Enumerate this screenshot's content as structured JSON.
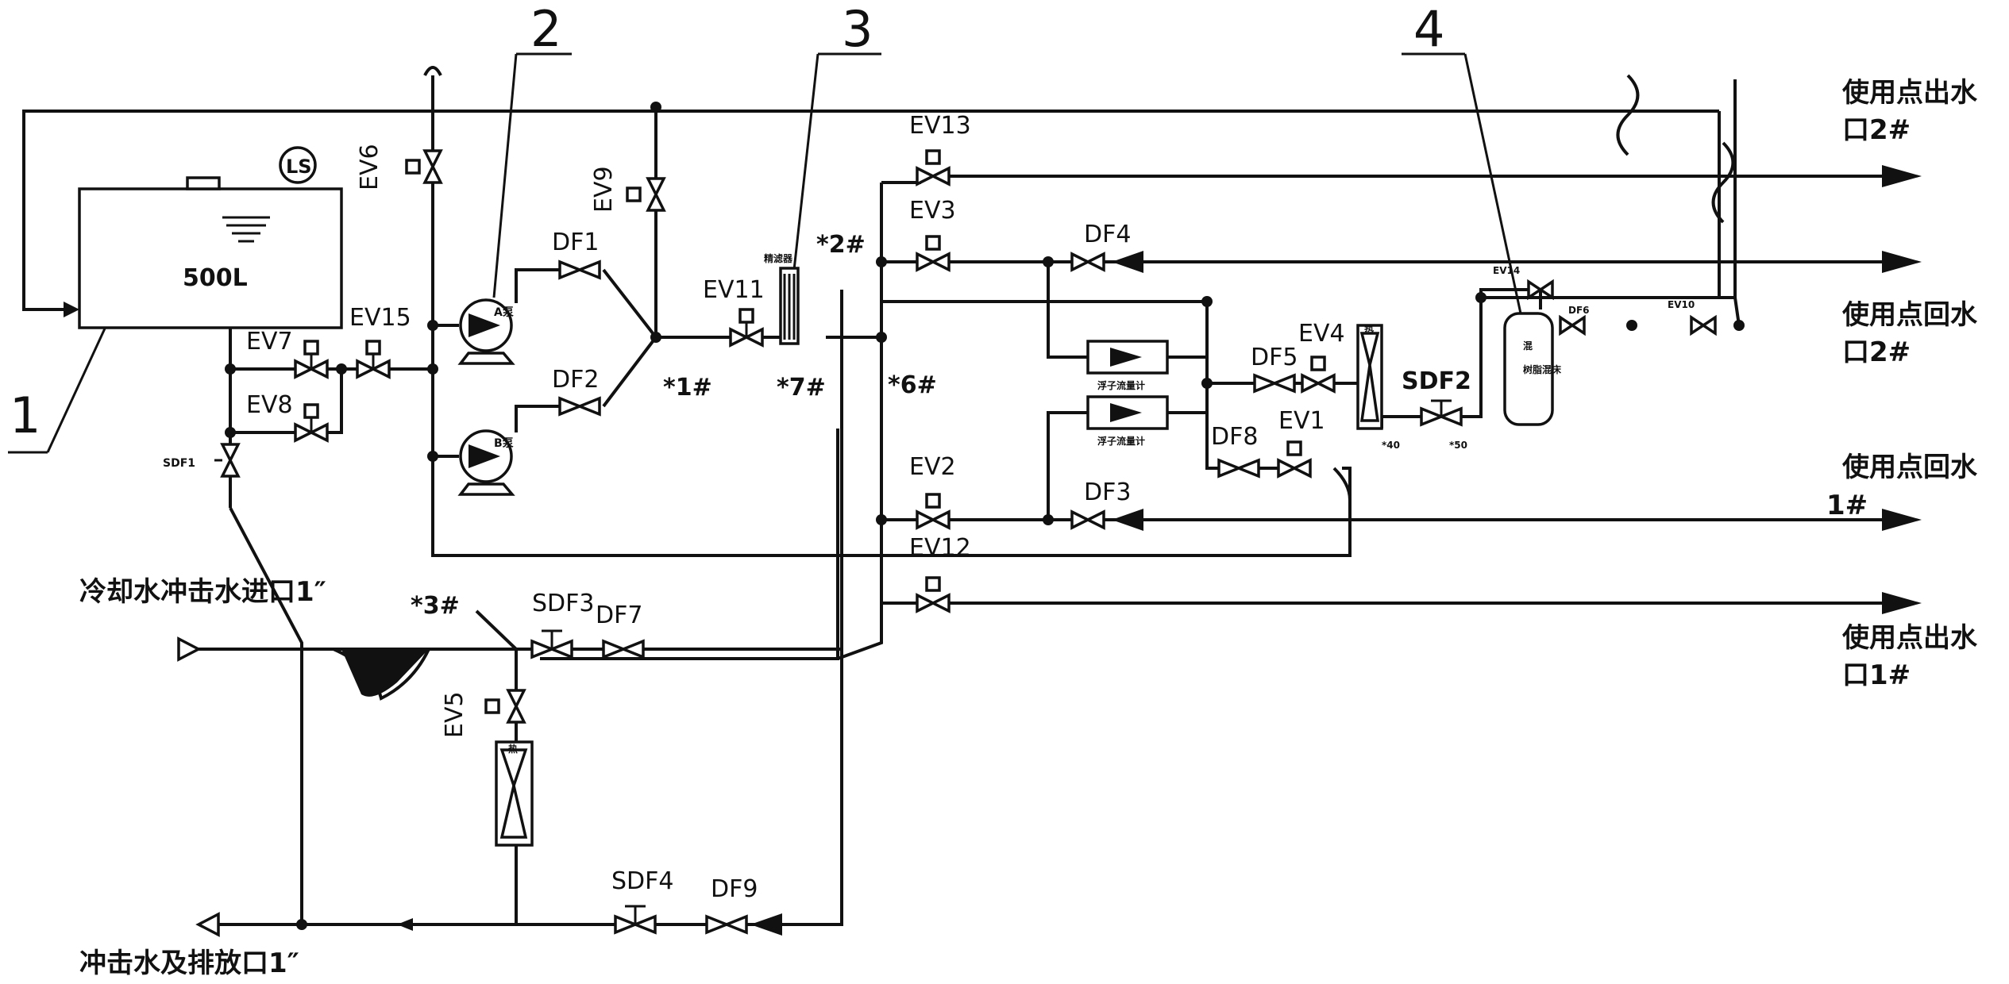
{
  "callouts": {
    "c1": "1",
    "c2": "2",
    "c3": "3",
    "c4": "4"
  },
  "tank": {
    "volume": "500L",
    "level_switch": "LS"
  },
  "nodes": {
    "n1": "*1#",
    "n2": "*2#",
    "n3": "*3#",
    "n6": "*6#",
    "n7": "*7#",
    "n40": "*40",
    "n50": "*50"
  },
  "valves": {
    "ev1": "EV1",
    "ev2": "EV2",
    "ev3": "EV3",
    "ev4": "EV4",
    "ev5": "EV5",
    "ev6": "EV6",
    "ev7": "EV7",
    "ev8": "EV8",
    "ev9": "EV9",
    "ev10": "EV10",
    "ev11": "EV11",
    "ev12": "EV12",
    "ev13": "EV13",
    "ev14": "EV14",
    "ev15": "EV15",
    "df1": "DF1",
    "df2": "DF2",
    "df3": "DF3",
    "df4": "DF4",
    "df5": "DF5",
    "df6": "DF6",
    "df7": "DF7",
    "df8": "DF8",
    "df9": "DF9",
    "sdf1": "SDF1",
    "sdf2": "SDF2",
    "sdf3": "SDF3",
    "sdf4": "SDF4"
  },
  "equipment": {
    "pump_a": "A泵",
    "pump_b": "B泵",
    "filter": "精滤器",
    "flowmeter": "浮子流量计",
    "heater": "热",
    "mixer": "混",
    "resin": "树脂混床"
  },
  "ports": {
    "out2_l1": "使用点出水",
    "out2_l2": "口2#",
    "ret2_l1": "使用点回水",
    "ret2_l2": "口2#",
    "ret1_l1": "使用点回水",
    "ret1_l2": "1#",
    "out1_l1": "使用点出水",
    "out1_l2": "口1#",
    "cool_in": "冷却水冲击水进口1″",
    "drain_out": "冲击水及排放口1″"
  }
}
